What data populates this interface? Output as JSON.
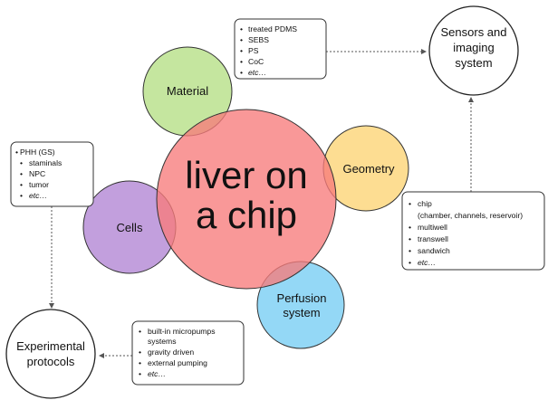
{
  "center": {
    "line1": "liver on",
    "line2": "a chip",
    "color": "#f77b7b"
  },
  "material": {
    "label": "Material",
    "color": "#b8e08a"
  },
  "geometry": {
    "label": "Geometry",
    "color": "#fcd57a"
  },
  "cells": {
    "label": "Cells",
    "color": "#b48ad6"
  },
  "perfusion": {
    "line1": "Perfusion",
    "line2": "system",
    "color": "#7dcff4"
  },
  "sensors": {
    "line1": "Sensors and",
    "line2": "imaging",
    "line3": "system"
  },
  "protocols": {
    "line1": "Experimental",
    "line2": "protocols"
  },
  "material_box": [
    "treated PDMS",
    "SEBS",
    "PS",
    "CoC",
    "etc…"
  ],
  "cells_box": [
    "PHH (GS)",
    "staminals",
    "NPC",
    "tumor",
    "etc…"
  ],
  "geometry_box": [
    "chip",
    "(chamber, channels, reservoir)",
    "multiwell",
    "transwell",
    "sandwich",
    "etc…"
  ],
  "perfusion_box": [
    "built-in micropumps",
    "systems",
    "gravity driven",
    "external pumping",
    "etc…"
  ],
  "bullet": "•"
}
